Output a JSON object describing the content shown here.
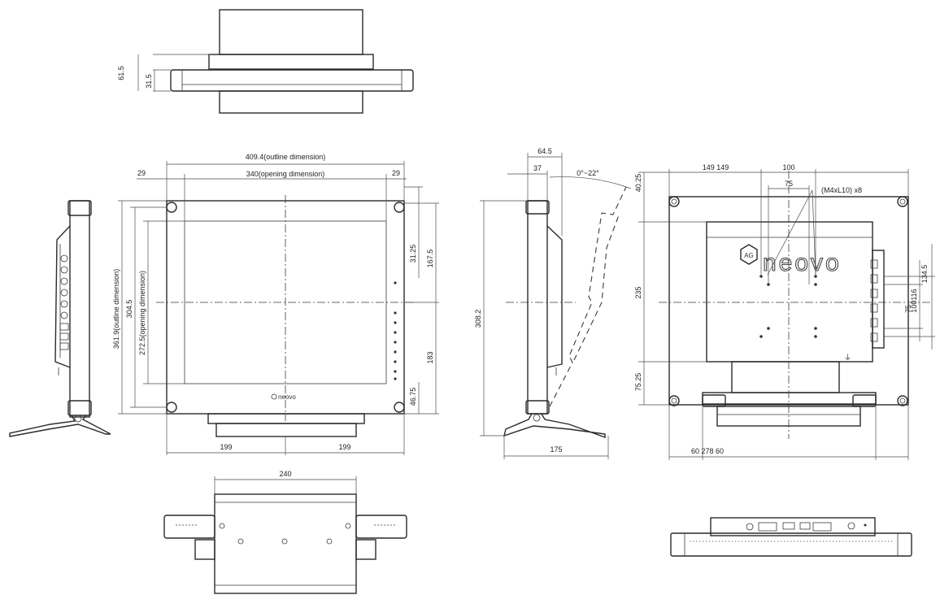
{
  "top_view": {
    "dim_depth_total": "61.5",
    "dim_depth_front": "31.5"
  },
  "front_view": {
    "outline_width": "409.4(outline dimension)",
    "opening_width": "340(opening dimension)",
    "margin_left": "29",
    "margin_right": "29",
    "outline_height": "361.9(outline dimension)",
    "opening_height": "272.5(opening dimension)",
    "height_304": "304.5",
    "dim_31_25": "31.25",
    "dim_167_5": "167.5",
    "dim_183": "183",
    "dim_46_75": "46.75",
    "bottom_left": "199",
    "bottom_right": "199",
    "logo_text": "neovo"
  },
  "side_view": {
    "dim_64_5": "64.5",
    "dim_37": "37",
    "tilt_angle": "0°~22°",
    "height": "308.2",
    "stand_depth": "175"
  },
  "rear_view": {
    "dim_40_25": "40.25",
    "dim_149_149": "149 149",
    "dim_100": "100",
    "dim_75_top": "75",
    "screw_note": "(M4xL10) x8",
    "dim_235": "235",
    "dim_134_5": "134.5",
    "dim_100_116": "100116",
    "dim_75_side": "75",
    "dim_75_25": "75.25",
    "bottom_dims": "60 278 60",
    "logo_badge": "AG",
    "logo_text": "neovo"
  },
  "bottom_view": {
    "dim_240": "240"
  }
}
